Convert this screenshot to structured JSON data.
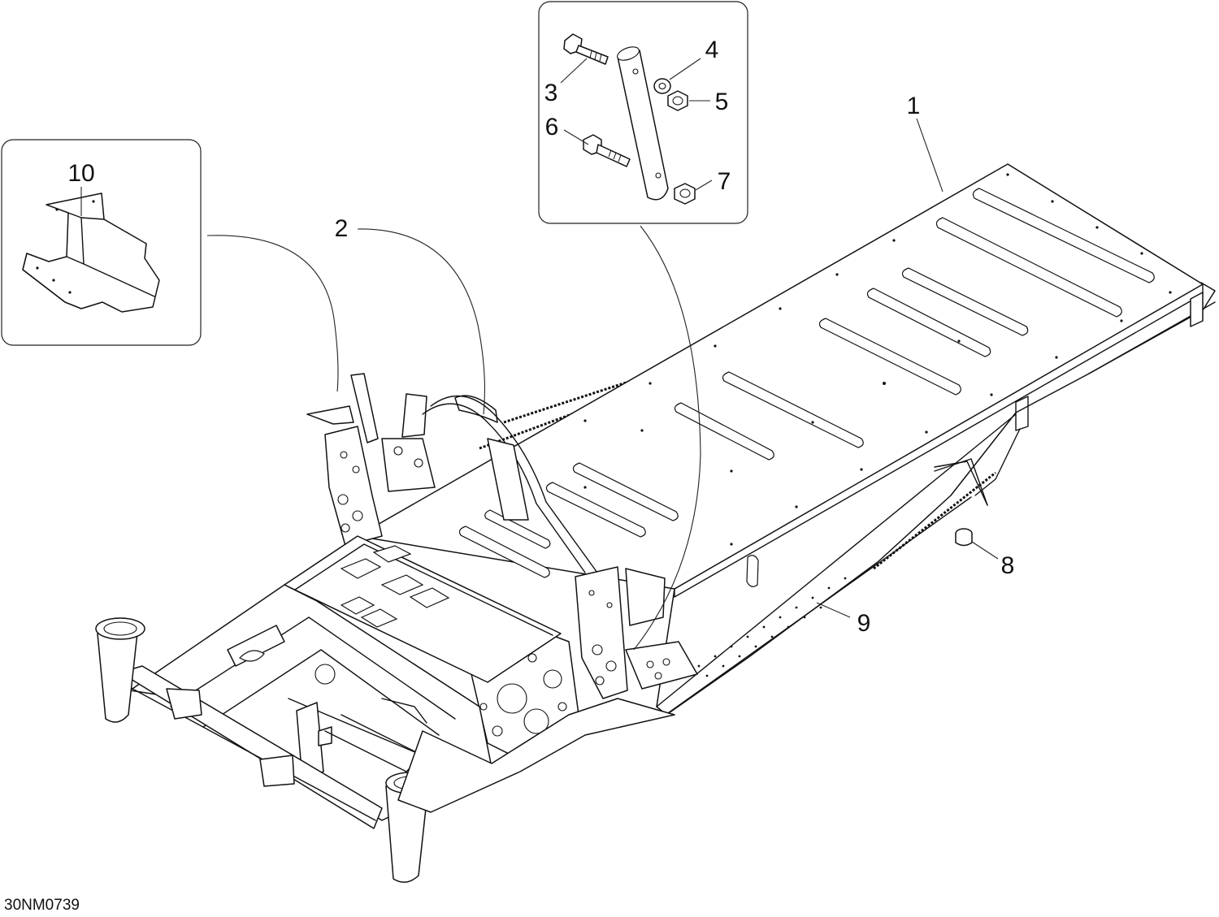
{
  "callouts": {
    "c1": "1",
    "c2": "2",
    "c3": "3",
    "c4": "4",
    "c5": "5",
    "c6": "6",
    "c7": "7",
    "c8": "8",
    "c9": "9",
    "c10": "10"
  },
  "drawing_code": "30NM0739"
}
